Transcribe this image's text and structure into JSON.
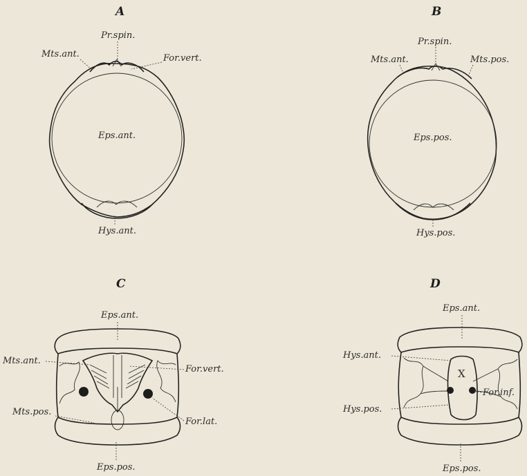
{
  "panels": {
    "A": {
      "letter": "A",
      "labels": {
        "pr_spin": "Pr.spin.",
        "mts_ant": "Mts.ant.",
        "for_vert": "For.vert.",
        "eps_ant": "Eps.ant.",
        "hys_ant": "Hys.ant."
      }
    },
    "B": {
      "letter": "B",
      "labels": {
        "pr_spin": "Pr.spin.",
        "mts_ant": "Mts.ant.",
        "mts_pos": "Mts.pos.",
        "eps_pos": "Eps.pos.",
        "hys_pos": "Hys.pos."
      }
    },
    "C": {
      "letter": "C",
      "labels": {
        "eps_ant": "Eps.ant.",
        "mts_ant": "Mts.ant.",
        "for_vert": "For.vert.",
        "mts_pos": "Mts.pos.",
        "for_lat": "For.lat.",
        "eps_pos": "Eps.pos."
      }
    },
    "D": {
      "letter": "D",
      "labels": {
        "eps_ant": "Eps.ant.",
        "hys_ant": "Hys.ant.",
        "x_mark": "X",
        "for_inf": "For.inf.",
        "hys_pos": "Hys.pos.",
        "eps_pos": "Eps.pos."
      }
    }
  }
}
